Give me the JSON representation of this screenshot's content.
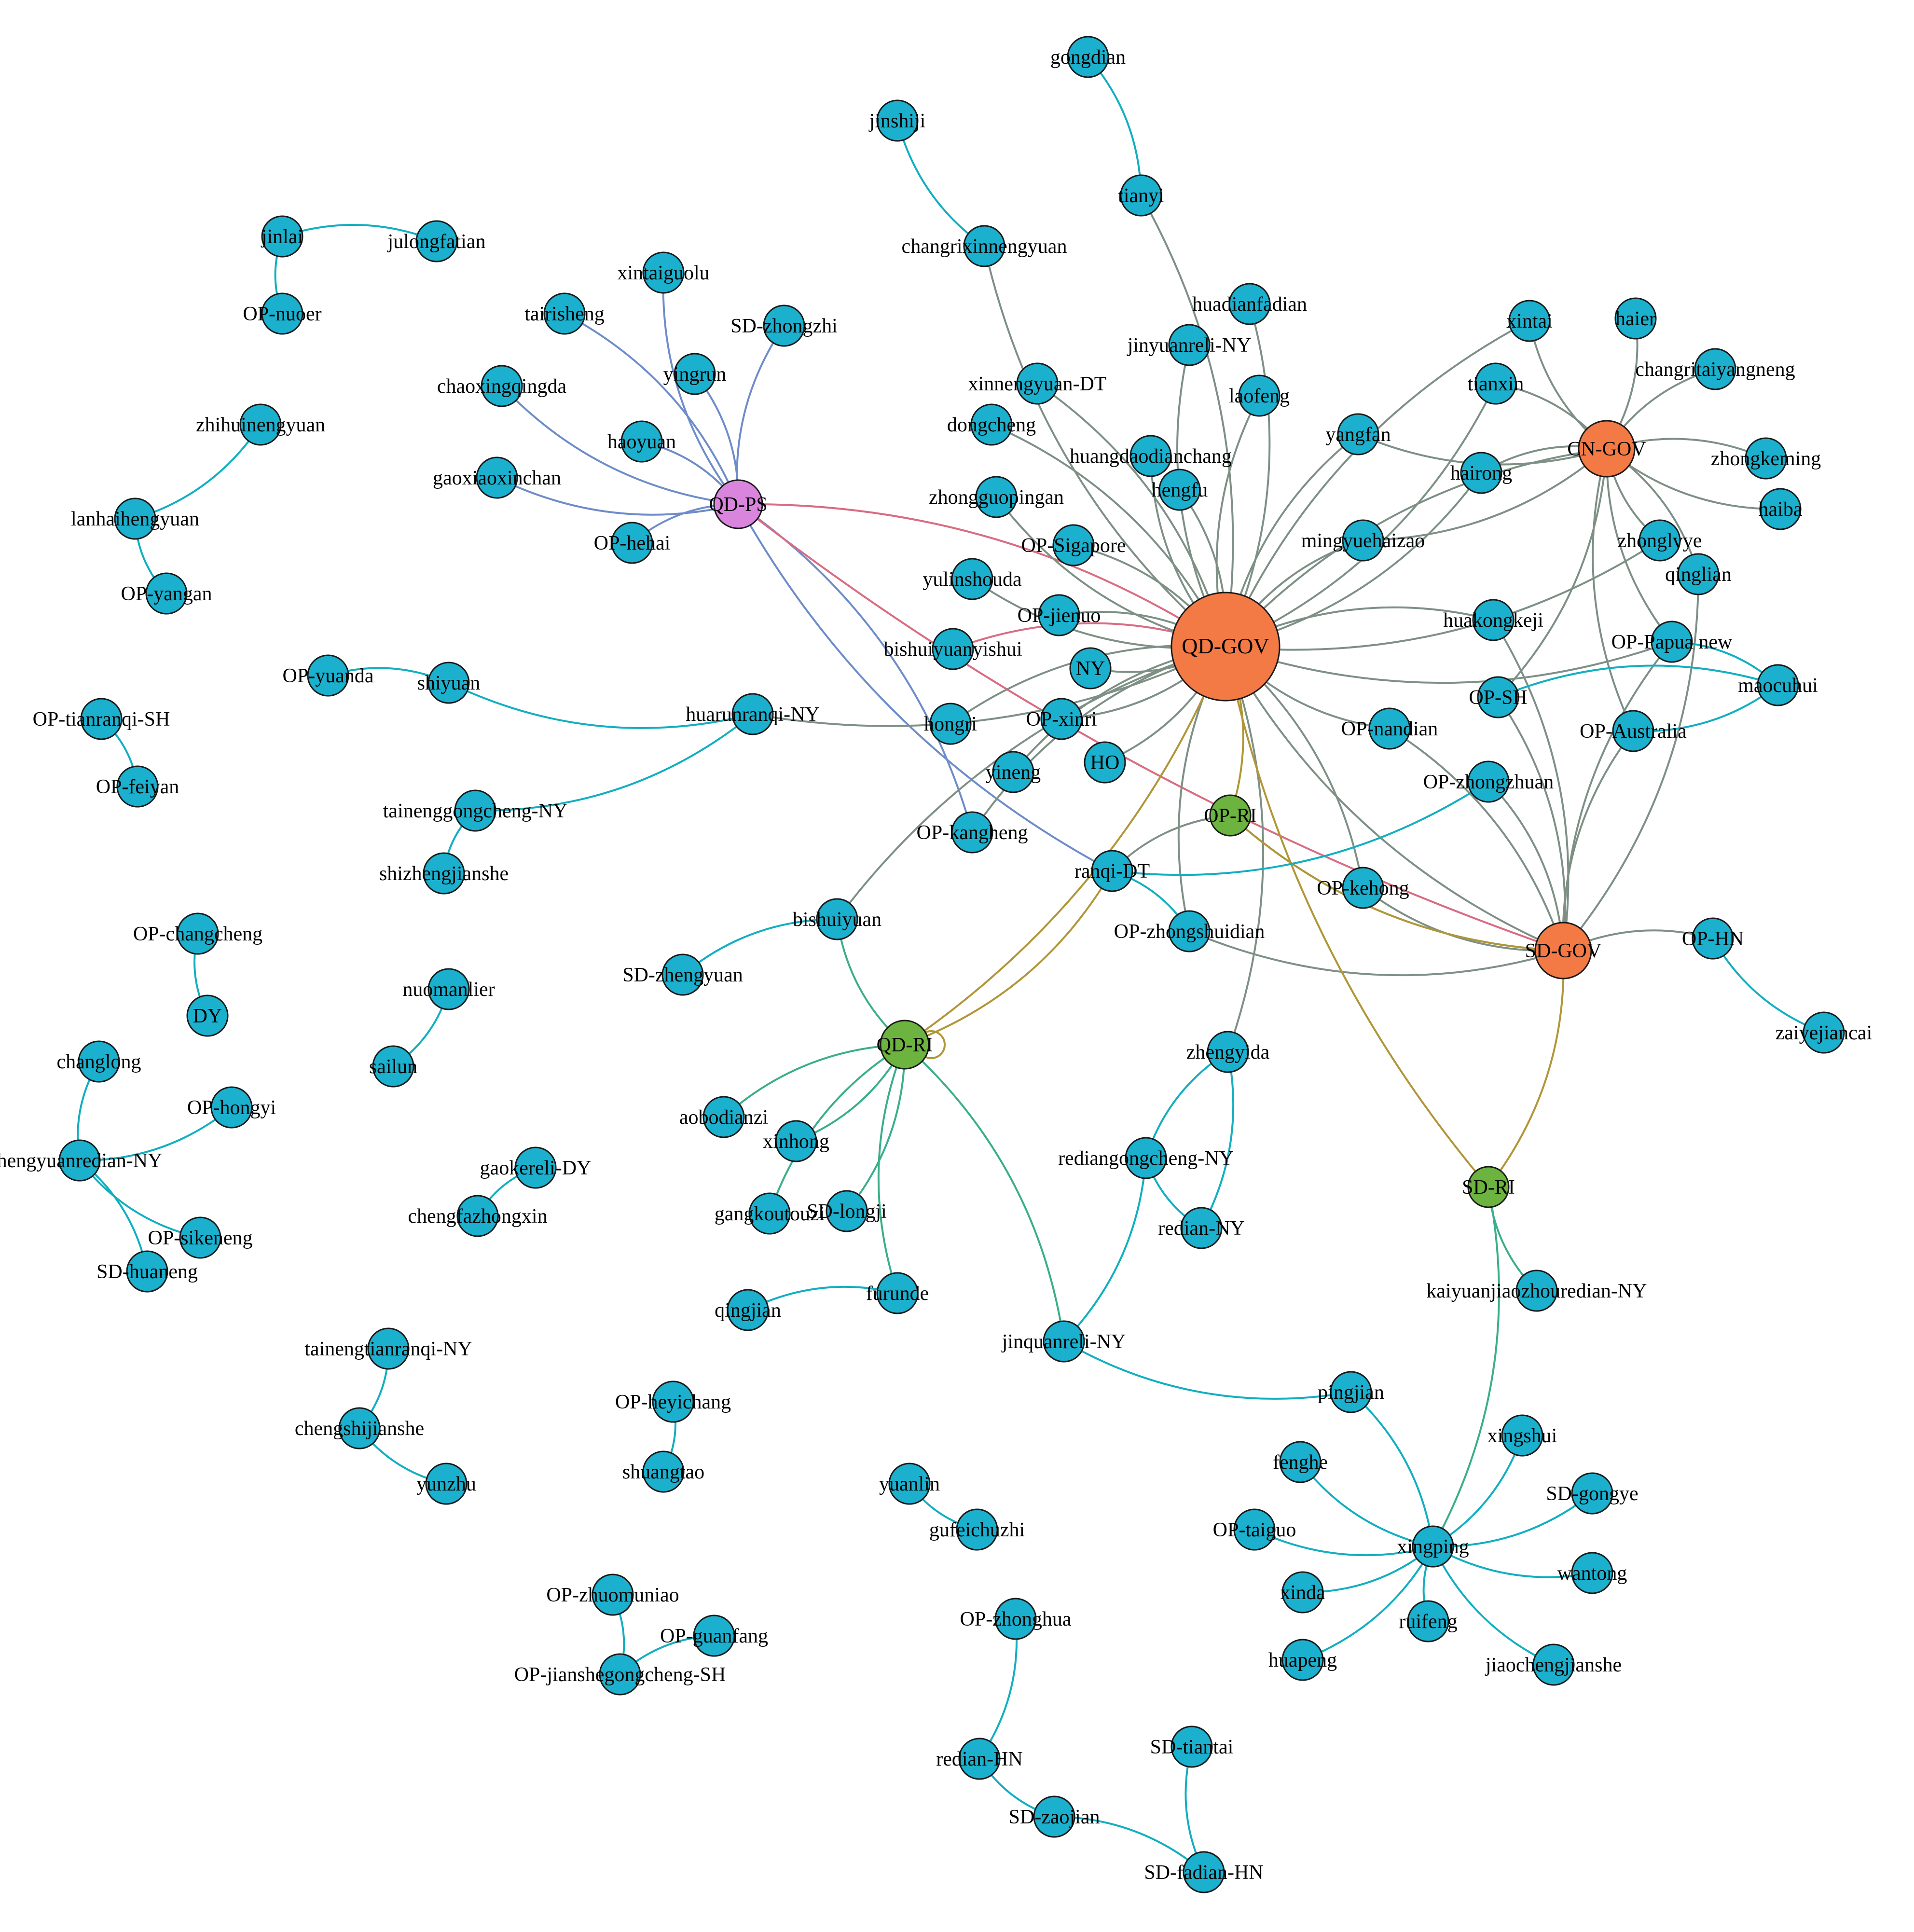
{
  "colors": {
    "node_default": "#1BB0CE",
    "node_gov": "#F47A45",
    "node_ri": "#6CB33F",
    "node_ps": "#DA85DD",
    "edge_gov": "#7E9086",
    "edge_ps": "#6E8CC9",
    "edge_ps_gov": "#D96C82",
    "edge_ri": "#B09636",
    "edge_qdri": "#3AAE8A",
    "edge_default": "#11AFC0"
  },
  "nodes": [
    {
      "id": "QD-GOV",
      "group": "gov",
      "size": "xl"
    },
    {
      "id": "CN-GOV",
      "group": "gov",
      "size": "l"
    },
    {
      "id": "SD-GOV",
      "group": "gov",
      "size": "l"
    },
    {
      "id": "QD-PS",
      "group": "ps",
      "size": "m"
    },
    {
      "id": "QD-RI",
      "group": "ri",
      "size": "m"
    },
    {
      "id": "SD-RI",
      "group": "ri",
      "size": "s"
    },
    {
      "id": "OP-RI",
      "group": "ri",
      "size": "s"
    },
    {
      "id": "gongdian"
    },
    {
      "id": "tianyi"
    },
    {
      "id": "jinshiji"
    },
    {
      "id": "changrixinnengyuan"
    },
    {
      "id": "jinlai"
    },
    {
      "id": "julongfatian"
    },
    {
      "id": "OP-nuoer"
    },
    {
      "id": "xintaiguolu"
    },
    {
      "id": "tairisheng"
    },
    {
      "id": "SD-zhongzhi"
    },
    {
      "id": "yingrun"
    },
    {
      "id": "chaoxingqingda"
    },
    {
      "id": "haoyuan"
    },
    {
      "id": "gaoxiaoxinchan"
    },
    {
      "id": "OP-hehai"
    },
    {
      "id": "zhihuinengyuan"
    },
    {
      "id": "lanhaihengyuan"
    },
    {
      "id": "OP-yangan"
    },
    {
      "id": "OP-yuanda"
    },
    {
      "id": "shiyuan"
    },
    {
      "id": "huarunranqi-NY"
    },
    {
      "id": "OP-tianranqi-SH"
    },
    {
      "id": "OP-feiyan"
    },
    {
      "id": "tainenggongcheng-NY"
    },
    {
      "id": "shizhengjianshe"
    },
    {
      "id": "OP-changcheng"
    },
    {
      "id": "DY"
    },
    {
      "id": "nuomanlier"
    },
    {
      "id": "sailun"
    },
    {
      "id": "changlong"
    },
    {
      "id": "OP-hongyi"
    },
    {
      "id": "hengyuanredian-NY"
    },
    {
      "id": "OP-sikeneng"
    },
    {
      "id": "SD-huaneng"
    },
    {
      "id": "gaokereli-DY"
    },
    {
      "id": "chengfazhongxin"
    },
    {
      "id": "tainengtianranqi-NY"
    },
    {
      "id": "chengshijianshe"
    },
    {
      "id": "yunzhu"
    },
    {
      "id": "OP-heyichang"
    },
    {
      "id": "shuangtao"
    },
    {
      "id": "yuanlin"
    },
    {
      "id": "gufeichuzhi"
    },
    {
      "id": "OP-zhuomuniao"
    },
    {
      "id": "OP-guanfang"
    },
    {
      "id": "OP-jianshegongcheng-SH"
    },
    {
      "id": "OP-zhonghua"
    },
    {
      "id": "redian-HN"
    },
    {
      "id": "SD-zaojian"
    },
    {
      "id": "SD-tiantai"
    },
    {
      "id": "SD-fadian-HN"
    },
    {
      "id": "huadianfadian"
    },
    {
      "id": "jinyuanreli-NY"
    },
    {
      "id": "xinnengyuan-DT"
    },
    {
      "id": "laofeng"
    },
    {
      "id": "dongcheng"
    },
    {
      "id": "huangdaodianchang"
    },
    {
      "id": "hengfu"
    },
    {
      "id": "zhongguopingan"
    },
    {
      "id": "OP-Sigapore"
    },
    {
      "id": "yulinshouda"
    },
    {
      "id": "OP-jienuo"
    },
    {
      "id": "bishuiyuanyishui"
    },
    {
      "id": "NY"
    },
    {
      "id": "hongri"
    },
    {
      "id": "OP-xinri"
    },
    {
      "id": "yineng"
    },
    {
      "id": "HO"
    },
    {
      "id": "OP-kangheng"
    },
    {
      "id": "ranqi-DT"
    },
    {
      "id": "OP-zhongshuidian"
    },
    {
      "id": "OP-kehong"
    },
    {
      "id": "bishuiyuan"
    },
    {
      "id": "SD-zhengyuan"
    },
    {
      "id": "OP-nandian"
    },
    {
      "id": "OP-zhongzhuan"
    },
    {
      "id": "xintai"
    },
    {
      "id": "haier"
    },
    {
      "id": "changritaiyangneng"
    },
    {
      "id": "tianxin"
    },
    {
      "id": "yangfan"
    },
    {
      "id": "hairong"
    },
    {
      "id": "zhongkeming"
    },
    {
      "id": "haiba"
    },
    {
      "id": "mingyuehaizao"
    },
    {
      "id": "zhonglvye"
    },
    {
      "id": "qinglian"
    },
    {
      "id": "huakongkeji"
    },
    {
      "id": "OP-Papua new"
    },
    {
      "id": "maocuhui"
    },
    {
      "id": "OP-SH"
    },
    {
      "id": "OP-Australia"
    },
    {
      "id": "OP-HN"
    },
    {
      "id": "zaiyejiancai"
    },
    {
      "id": "aobodianzi"
    },
    {
      "id": "xinhong"
    },
    {
      "id": "gangkoutouzi"
    },
    {
      "id": "SD-longji"
    },
    {
      "id": "qingjian"
    },
    {
      "id": "furunde"
    },
    {
      "id": "jinquanreli-NY"
    },
    {
      "id": "zhengyida"
    },
    {
      "id": "rediangongcheng-NY"
    },
    {
      "id": "redian-NY"
    },
    {
      "id": "kaiyuanjiaozhouredian-NY"
    },
    {
      "id": "pingjian"
    },
    {
      "id": "xingshui"
    },
    {
      "id": "fenghe"
    },
    {
      "id": "SD-gongye"
    },
    {
      "id": "OP-taiguo"
    },
    {
      "id": "xingping"
    },
    {
      "id": "wantong"
    },
    {
      "id": "xinda"
    },
    {
      "id": "ruifeng"
    },
    {
      "id": "huapeng"
    },
    {
      "id": "jiaochengjianshe"
    }
  ],
  "edges": [
    [
      "gongdian",
      "tianyi",
      "default"
    ],
    [
      "jinshiji",
      "changrixinnengyuan",
      "default"
    ],
    [
      "jinlai",
      "julongfatian",
      "default"
    ],
    [
      "jinlai",
      "OP-nuoer",
      "default"
    ],
    [
      "zhihuinengyuan",
      "lanhaihengyuan",
      "default"
    ],
    [
      "lanhaihengyuan",
      "OP-yangan",
      "default"
    ],
    [
      "OP-yuanda",
      "shiyuan",
      "default"
    ],
    [
      "shiyuan",
      "huarunranqi-NY",
      "default"
    ],
    [
      "huarunranqi-NY",
      "tainenggongcheng-NY",
      "default"
    ],
    [
      "tainenggongcheng-NY",
      "shizhengjianshe",
      "default"
    ],
    [
      "OP-tianranqi-SH",
      "OP-feiyan",
      "default"
    ],
    [
      "OP-changcheng",
      "DY",
      "default"
    ],
    [
      "nuomanlier",
      "sailun",
      "default"
    ],
    [
      "changlong",
      "hengyuanredian-NY",
      "default"
    ],
    [
      "OP-hongyi",
      "hengyuanredian-NY",
      "default"
    ],
    [
      "hengyuanredian-NY",
      "OP-sikeneng",
      "default"
    ],
    [
      "hengyuanredian-NY",
      "SD-huaneng",
      "default"
    ],
    [
      "gaokereli-DY",
      "chengfazhongxin",
      "default"
    ],
    [
      "tainengtianranqi-NY",
      "chengshijianshe",
      "default"
    ],
    [
      "chengshijianshe",
      "yunzhu",
      "default"
    ],
    [
      "OP-heyichang",
      "shuangtao",
      "default"
    ],
    [
      "yuanlin",
      "gufeichuzhi",
      "default"
    ],
    [
      "OP-zhuomuniao",
      "OP-jianshegongcheng-SH",
      "default"
    ],
    [
      "OP-guanfang",
      "OP-jianshegongcheng-SH",
      "default"
    ],
    [
      "OP-zhonghua",
      "redian-HN",
      "default"
    ],
    [
      "redian-HN",
      "SD-zaojian",
      "default"
    ],
    [
      "SD-zaojian",
      "SD-fadian-HN",
      "default"
    ],
    [
      "SD-tiantai",
      "SD-fadian-HN",
      "default"
    ],
    [
      "QD-PS",
      "xintaiguolu",
      "ps"
    ],
    [
      "QD-PS",
      "tairisheng",
      "ps"
    ],
    [
      "QD-PS",
      "SD-zhongzhi",
      "ps"
    ],
    [
      "QD-PS",
      "yingrun",
      "ps"
    ],
    [
      "QD-PS",
      "chaoxingqingda",
      "ps"
    ],
    [
      "QD-PS",
      "haoyuan",
      "ps"
    ],
    [
      "QD-PS",
      "gaoxiaoxinchan",
      "ps"
    ],
    [
      "QD-PS",
      "OP-hehai",
      "ps"
    ],
    [
      "QD-PS",
      "OP-kangheng",
      "ps"
    ],
    [
      "QD-PS",
      "ranqi-DT",
      "ps"
    ],
    [
      "QD-PS",
      "QD-GOV",
      "ps_gov"
    ],
    [
      "QD-PS",
      "SD-GOV",
      "ps_gov"
    ],
    [
      "bishuiyuanyishui",
      "QD-GOV",
      "ps_gov"
    ],
    [
      "QD-GOV",
      "tianyi",
      "gov"
    ],
    [
      "QD-GOV",
      "changrixinnengyuan",
      "gov"
    ],
    [
      "QD-GOV",
      "huadianfadian",
      "gov"
    ],
    [
      "QD-GOV",
      "jinyuanreli-NY",
      "gov"
    ],
    [
      "QD-GOV",
      "xinnengyuan-DT",
      "gov"
    ],
    [
      "QD-GOV",
      "laofeng",
      "gov"
    ],
    [
      "QD-GOV",
      "dongcheng",
      "gov"
    ],
    [
      "QD-GOV",
      "huangdaodianchang",
      "gov"
    ],
    [
      "QD-GOV",
      "hengfu",
      "gov"
    ],
    [
      "QD-GOV",
      "zhongguopingan",
      "gov"
    ],
    [
      "QD-GOV",
      "OP-Sigapore",
      "gov"
    ],
    [
      "QD-GOV",
      "yulinshouda",
      "gov"
    ],
    [
      "QD-GOV",
      "OP-jienuo",
      "gov"
    ],
    [
      "QD-GOV",
      "NY",
      "gov"
    ],
    [
      "QD-GOV",
      "hongri",
      "gov"
    ],
    [
      "QD-GOV",
      "OP-xinri",
      "gov"
    ],
    [
      "QD-GOV",
      "yineng",
      "gov"
    ],
    [
      "QD-GOV",
      "HO",
      "gov"
    ],
    [
      "QD-GOV",
      "OP-kangheng",
      "gov"
    ],
    [
      "QD-GOV",
      "huarunranqi-NY",
      "gov"
    ],
    [
      "QD-GOV",
      "bishuiyuan",
      "gov"
    ],
    [
      "QD-GOV",
      "zhengyida",
      "gov"
    ],
    [
      "QD-GOV",
      "OP-nandian",
      "gov"
    ],
    [
      "QD-GOV",
      "OP-kehong",
      "gov"
    ],
    [
      "QD-GOV",
      "OP-zhongshuidian",
      "gov"
    ],
    [
      "QD-GOV",
      "xintai",
      "gov"
    ],
    [
      "QD-GOV",
      "tianxin",
      "gov"
    ],
    [
      "QD-GOV",
      "yangfan",
      "gov"
    ],
    [
      "QD-GOV",
      "hairong",
      "gov"
    ],
    [
      "QD-GOV",
      "mingyuehaizao",
      "gov"
    ],
    [
      "QD-GOV",
      "zhonglvye",
      "gov"
    ],
    [
      "QD-GOV",
      "huakongkeji",
      "gov"
    ],
    [
      "QD-GOV",
      "OP-Papua new",
      "gov"
    ],
    [
      "QD-GOV",
      "CN-GOV",
      "gov"
    ],
    [
      "QD-GOV",
      "SD-GOV",
      "gov"
    ],
    [
      "CN-GOV",
      "xintai",
      "gov"
    ],
    [
      "CN-GOV",
      "haier",
      "gov"
    ],
    [
      "CN-GOV",
      "changritaiyangneng",
      "gov"
    ],
    [
      "CN-GOV",
      "tianxin",
      "gov"
    ],
    [
      "CN-GOV",
      "yangfan",
      "gov"
    ],
    [
      "CN-GOV",
      "hairong",
      "gov"
    ],
    [
      "CN-GOV",
      "zhongkeming",
      "gov"
    ],
    [
      "CN-GOV",
      "haiba",
      "gov"
    ],
    [
      "CN-GOV",
      "mingyuehaizao",
      "gov"
    ],
    [
      "CN-GOV",
      "zhonglvye",
      "gov"
    ],
    [
      "CN-GOV",
      "qinglian",
      "gov"
    ],
    [
      "CN-GOV",
      "OP-Papua new",
      "gov"
    ],
    [
      "CN-GOV",
      "OP-SH",
      "gov"
    ],
    [
      "CN-GOV",
      "OP-Australia",
      "gov"
    ],
    [
      "SD-GOV",
      "OP-HN",
      "gov"
    ],
    [
      "SD-GOV",
      "qinglian",
      "gov"
    ],
    [
      "SD-GOV",
      "OP-Papua new",
      "gov"
    ],
    [
      "SD-GOV",
      "OP-SH",
      "gov"
    ],
    [
      "SD-GOV",
      "OP-Australia",
      "gov"
    ],
    [
      "SD-GOV",
      "OP-zhongzhuan",
      "gov"
    ],
    [
      "SD-GOV",
      "OP-kehong",
      "gov"
    ],
    [
      "SD-GOV",
      "OP-nandian",
      "gov"
    ],
    [
      "SD-GOV",
      "OP-zhongshuidian",
      "gov"
    ],
    [
      "SD-GOV",
      "huakongkeji",
      "gov"
    ],
    [
      "SD-GOV",
      "OP-RI",
      "gov"
    ],
    [
      "OP-RI",
      "ranqi-DT",
      "gov"
    ],
    [
      "QD-GOV",
      "QD-RI",
      "ri"
    ],
    [
      "QD-GOV",
      "SD-RI",
      "ri"
    ],
    [
      "QD-GOV",
      "OP-RI",
      "ri"
    ],
    [
      "OP-RI",
      "SD-GOV",
      "ri"
    ],
    [
      "SD-GOV",
      "SD-RI",
      "ri"
    ],
    [
      "QD-RI",
      "ranqi-DT",
      "ri"
    ],
    [
      "QD-RI",
      "bishuiyuan",
      "qdri"
    ],
    [
      "QD-RI",
      "aobodianzi",
      "qdri"
    ],
    [
      "QD-RI",
      "xinhong",
      "qdri"
    ],
    [
      "QD-RI",
      "gangkoutouzi",
      "qdri"
    ],
    [
      "QD-RI",
      "SD-longji",
      "qdri"
    ],
    [
      "QD-RI",
      "furunde",
      "qdri"
    ],
    [
      "QD-RI",
      "jinquanreli-NY",
      "qdri"
    ],
    [
      "SD-RI",
      "kaiyuanjiaozhouredian-NY",
      "qdri"
    ],
    [
      "SD-RI",
      "xingping",
      "qdri"
    ],
    [
      "OP-HN",
      "zaiyejiancai",
      "default"
    ],
    [
      "OP-SH",
      "maocuhui",
      "default"
    ],
    [
      "OP-Australia",
      "maocuhui",
      "default"
    ],
    [
      "OP-Papua new",
      "maocuhui",
      "default"
    ],
    [
      "ranqi-DT",
      "OP-zhongzhuan",
      "default"
    ],
    [
      "ranqi-DT",
      "OP-zhongshuidian",
      "default"
    ],
    [
      "bishuiyuan",
      "SD-zhengyuan",
      "default"
    ],
    [
      "qingjian",
      "furunde",
      "default"
    ],
    [
      "zhengyida",
      "rediangongcheng-NY",
      "default"
    ],
    [
      "zhengyida",
      "redian-NY",
      "default"
    ],
    [
      "rediangongcheng-NY",
      "redian-NY",
      "default"
    ],
    [
      "rediangongcheng-NY",
      "jinquanreli-NY",
      "default"
    ],
    [
      "jinquanreli-NY",
      "pingjian",
      "default"
    ],
    [
      "pingjian",
      "xingping",
      "default"
    ],
    [
      "xingping",
      "xingshui",
      "default"
    ],
    [
      "xingping",
      "fenghe",
      "default"
    ],
    [
      "xingping",
      "SD-gongye",
      "default"
    ],
    [
      "xingping",
      "OP-taiguo",
      "default"
    ],
    [
      "xingping",
      "wantong",
      "default"
    ],
    [
      "xingping",
      "xinda",
      "default"
    ],
    [
      "xingping",
      "ruifeng",
      "default"
    ],
    [
      "xingping",
      "huapeng",
      "default"
    ],
    [
      "xingping",
      "jiaochengjianshe",
      "default"
    ]
  ]
}
